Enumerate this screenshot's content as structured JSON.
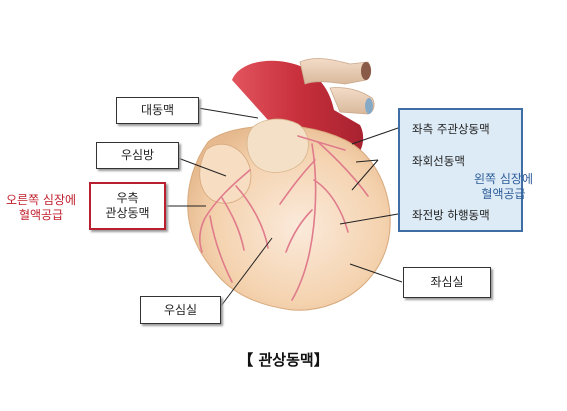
{
  "labels": {
    "aorta": "대동맥",
    "right_atrium": "우심방",
    "right_coronary_line1": "우측",
    "right_coronary_line2": "관상동맥",
    "right_ventricle": "우심실",
    "left_main_coronary": "좌측 주관상동맥",
    "left_circumflex": "좌회선동맥",
    "left_anterior_descending": "좌전방 하행동맥",
    "left_ventricle": "좌심실"
  },
  "notes": {
    "right_supply_line1": "오른쪽 심장에",
    "right_supply_line2": "혈액공급",
    "left_supply_line1": "왼쪽 심장에",
    "left_supply_line2": "혈액공급"
  },
  "caption": "【 관상동맥】",
  "colors": {
    "red_note": "#c0202e",
    "blue_note": "#2e5d9a",
    "heart_skin": "#f6d8b6",
    "artery": "#e3798a",
    "aorta": "#cf3a45"
  }
}
